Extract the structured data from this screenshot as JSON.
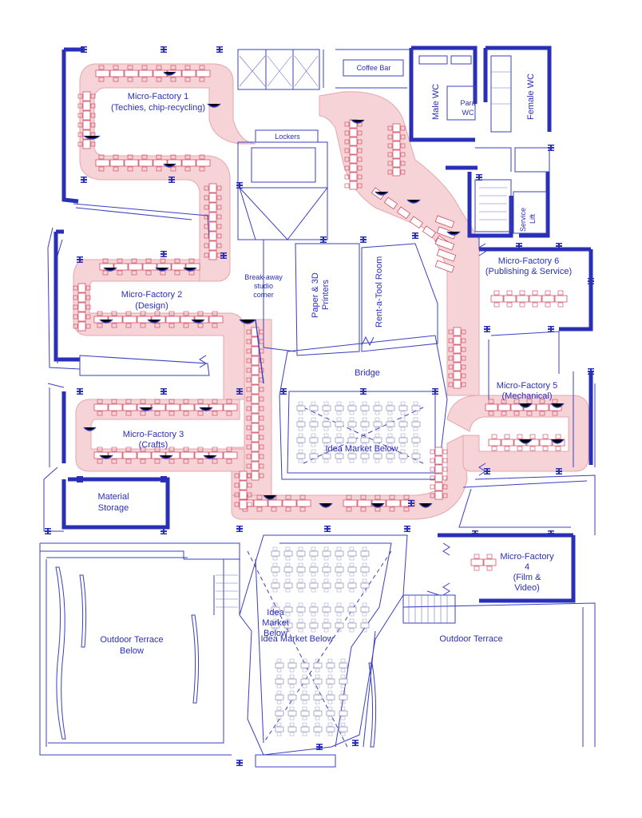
{
  "labels": {
    "mf1_title": "Micro-Factory 1",
    "mf1_sub": "(Techies, chip-recycling)",
    "mf2_title": "Micro-Factory 2",
    "mf2_sub": "(Design)",
    "mf3_title": "Micro-Factory 3",
    "mf3_sub": "(Crafts)",
    "mf4_title": "Micro-Factory",
    "mf4_num": "4",
    "mf4_sub1": "(Film &",
    "mf4_sub2": "Video)",
    "mf5_title": "Micro-Factory 5",
    "mf5_sub": "(Mechanical)",
    "mf6_title": "Micro-Factory 6",
    "mf6_sub": "(Publishing & Service)",
    "coffee_bar": "Coffee Bar",
    "male_wc": "Male WC",
    "female_wc": "Female WC",
    "para_wc_1": "Para",
    "para_wc_2": "WC",
    "service_lift_1": "Service",
    "service_lift_2": "Lift",
    "lockers": "Lockers",
    "breakaway_1": "Break-away",
    "breakaway_2": "studio",
    "breakaway_3": "corner",
    "paper_printers_1": "Paper & 3D",
    "paper_printers_2": "Printers",
    "rent_tool": "Rent-a-Tool Room",
    "bridge": "Bridge",
    "idea_market_below": "Idea Market Below",
    "idea_market_below_2": "Idea Market Below",
    "idea_market_stack_1": "Idea",
    "idea_market_stack_2": "Market",
    "idea_market_stack_3": "Below",
    "material_storage_1": "Material",
    "material_storage_2": "Storage",
    "outdoor_terrace_below_1": "Outdoor Terrace",
    "outdoor_terrace_below_2": "Below",
    "outdoor_terrace": "Outdoor Terrace"
  },
  "colors": {
    "ink": "#2a2fb8",
    "corridor": "#f6d3d6",
    "furniture": "#cc3b55"
  }
}
